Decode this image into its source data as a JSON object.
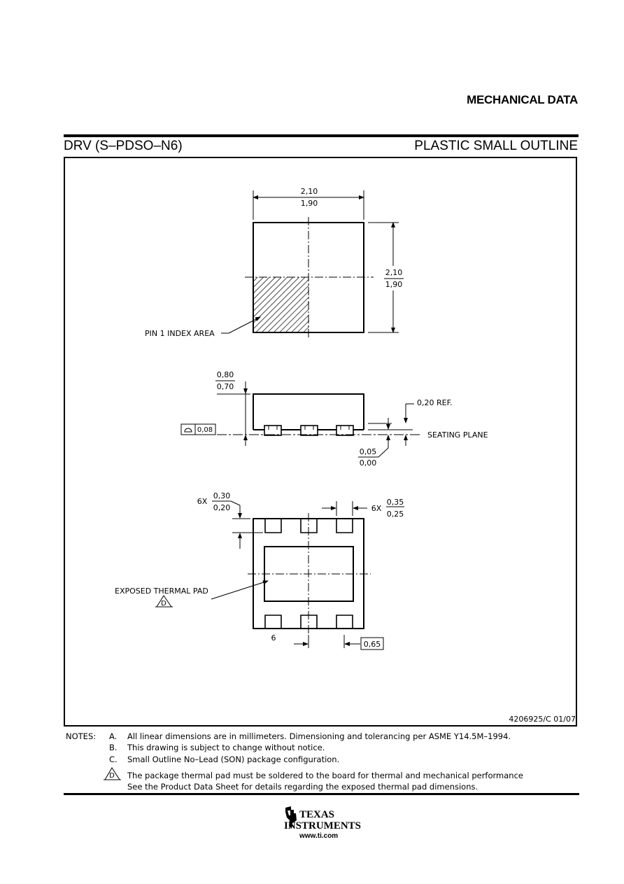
{
  "header": {
    "title": "MECHANICAL DATA"
  },
  "package": {
    "code": "DRV (S–PDSO–N6)",
    "type": "PLASTIC SMALL OUTLINE"
  },
  "top_view": {
    "width_max": "2,10",
    "width_min": "1,90",
    "height_max": "2,10",
    "height_min": "1,90",
    "pin1_label": "PIN 1 INDEX AREA"
  },
  "side_view": {
    "height_max": "0,80",
    "height_min": "0,70",
    "flatness": "0,08",
    "ref": "0,20 REF.",
    "seating_plane": "SEATING PLANE",
    "standoff_max": "0,05",
    "standoff_min": "0,00"
  },
  "bottom_view": {
    "count_a": "6X",
    "pad_len_max": "0,30",
    "pad_len_min": "0,20",
    "count_b": "6X",
    "pad_w_max": "0,35",
    "pad_w_min": "0,25",
    "thermal_label": "EXPOSED THERMAL PAD",
    "note_ref": "D",
    "pin_six": "6",
    "pitch": "0,65"
  },
  "drawing_number": "4206925/C 01/07",
  "notes": {
    "label": "NOTES:",
    "items": [
      {
        "letter": "A.",
        "text": "All linear dimensions are in millimeters.  Dimensioning and tolerancing per ASME Y14.5M–1994."
      },
      {
        "letter": "B.",
        "text": "This drawing is subject to change without notice."
      },
      {
        "letter": "C.",
        "text": "Small Outline No–Lead (SON) package configuration."
      },
      {
        "letter": "D",
        "text": "The package thermal pad must be soldered to the board for thermal and mechanical performance"
      },
      {
        "letter": "",
        "text": "See the Product Data Sheet for details regarding the exposed thermal pad dimensions."
      }
    ]
  },
  "footer": {
    "brand_line1": "TEXAS",
    "brand_line2": "INSTRUMENTS",
    "url": "www.ti.com"
  }
}
